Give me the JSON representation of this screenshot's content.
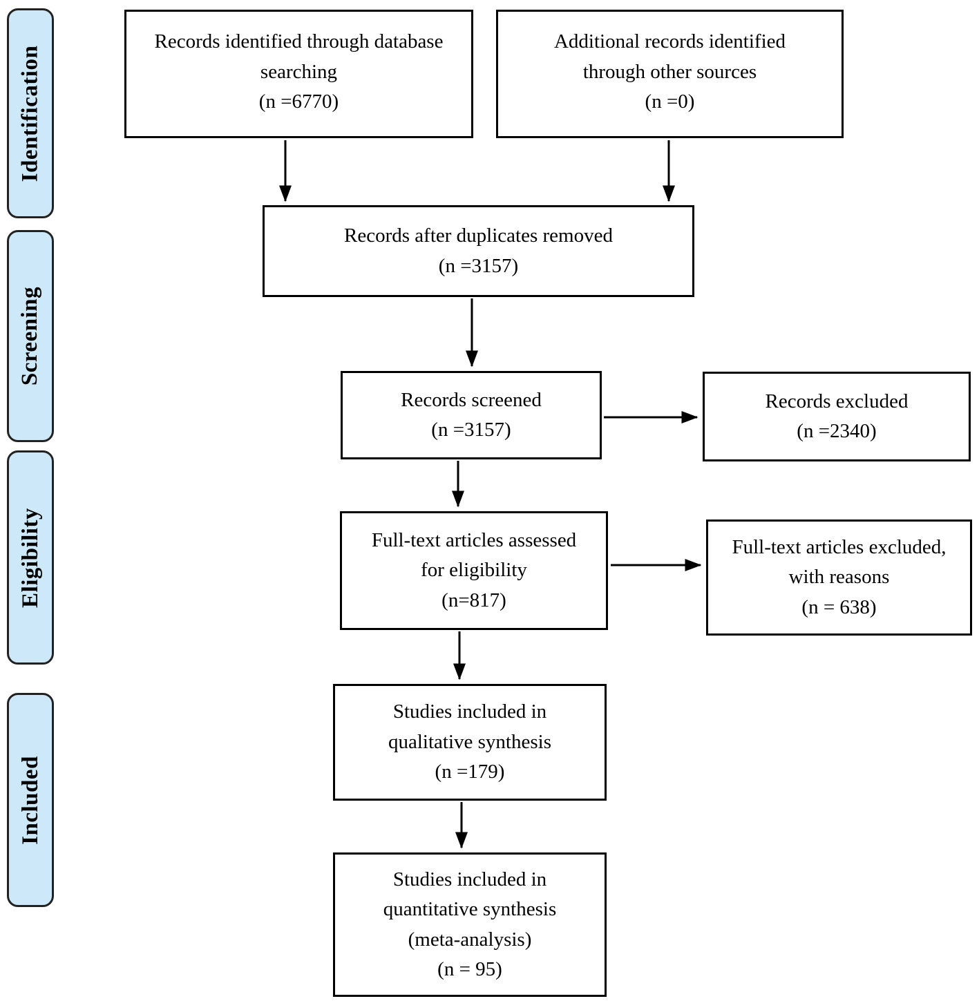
{
  "sidebar": {
    "labels": [
      "Identification",
      "Screening",
      "Eligibility",
      "Included"
    ]
  },
  "boxes": {
    "records_identified": "Records identified through database\nsearching\n(n =6770)",
    "additional_records": "Additional records identified\nthrough other sources\n(n =0)",
    "duplicates_removed": "Records after duplicates removed\n(n =3157)",
    "records_screened": "Records screened\n(n =3157)",
    "records_excluded": "Records excluded\n(n =2340)",
    "fulltext_assessed": "Full-text articles assessed\nfor eligibility\n(n=817)",
    "fulltext_excluded": "Full-text articles excluded,\nwith reasons\n(n = 638)",
    "qualitative_synthesis": "Studies included in\nqualitative synthesis\n(n =179)",
    "quantitative_synthesis": "Studies included in\nquantitative synthesis\n(meta-analysis)\n(n = 95)"
  },
  "colors": {
    "stage_fill": "#cde8f8",
    "stage_border": "#222222",
    "box_border": "#000000",
    "text": "#000000",
    "background": "#ffffff"
  }
}
